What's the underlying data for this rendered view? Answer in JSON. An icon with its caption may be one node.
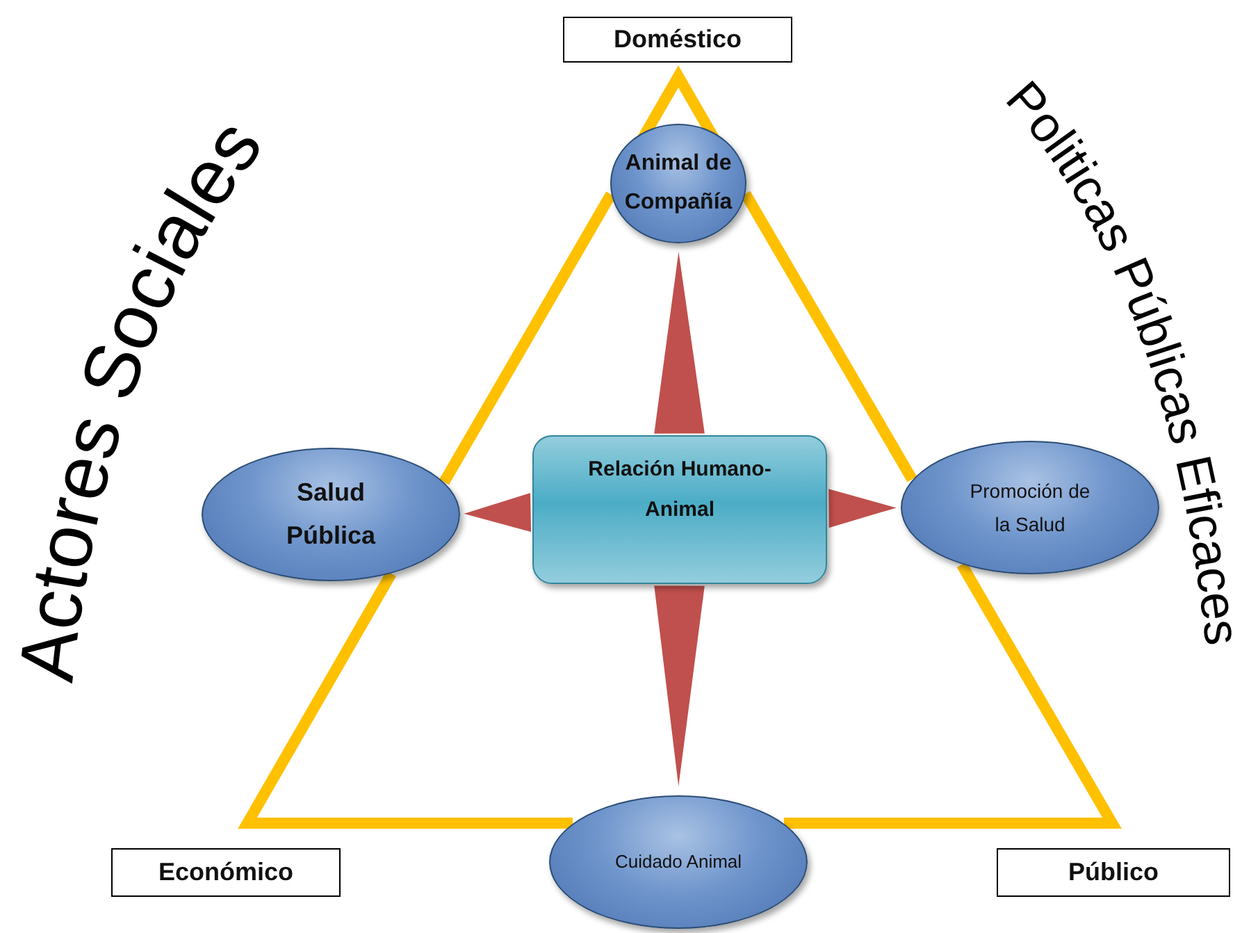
{
  "diagram": {
    "nodes": [
      {
        "text": [
          "Doméstico"
        ]
      },
      {
        "text": [
          "Económico"
        ]
      },
      {
        "text": [
          "Público"
        ]
      },
      {
        "text": [
          "Animal de Compañía"
        ]
      },
      {
        "text": [
          "Salud Pública"
        ]
      },
      {
        "text": [
          "Promoción de la Salud"
        ]
      },
      {
        "text": [
          "Cuidado Animal"
        ]
      },
      {
        "text": [
          "Relación Humano-Animal"
        ]
      }
    ],
    "edges": [
      {
        "from": 3,
        "to": 4,
        "arrow": "none",
        "color": "#ffc000"
      },
      {
        "from": 4,
        "to": 6,
        "arrow": "none",
        "color": "#ffc000"
      },
      {
        "from": 6,
        "to": 5,
        "arrow": "none",
        "color": "#ffc000"
      },
      {
        "from": 5,
        "to": 3,
        "arrow": "none",
        "color": "#ffc000"
      },
      {
        "from": 7,
        "to": 3,
        "arrow": "to",
        "style": "thick",
        "color": "#c0504d"
      },
      {
        "from": 7,
        "to": 4,
        "arrow": "to",
        "style": "thick",
        "color": "#c0504d"
      },
      {
        "from": 7,
        "to": 5,
        "arrow": "to",
        "style": "thick",
        "color": "#c0504d"
      },
      {
        "from": 7,
        "to": 6,
        "arrow": "to",
        "style": "thick",
        "color": "#c0504d"
      }
    ],
    "labels": [
      "Actores Sociales",
      "Politicas Públicas Eficaces"
    ]
  }
}
